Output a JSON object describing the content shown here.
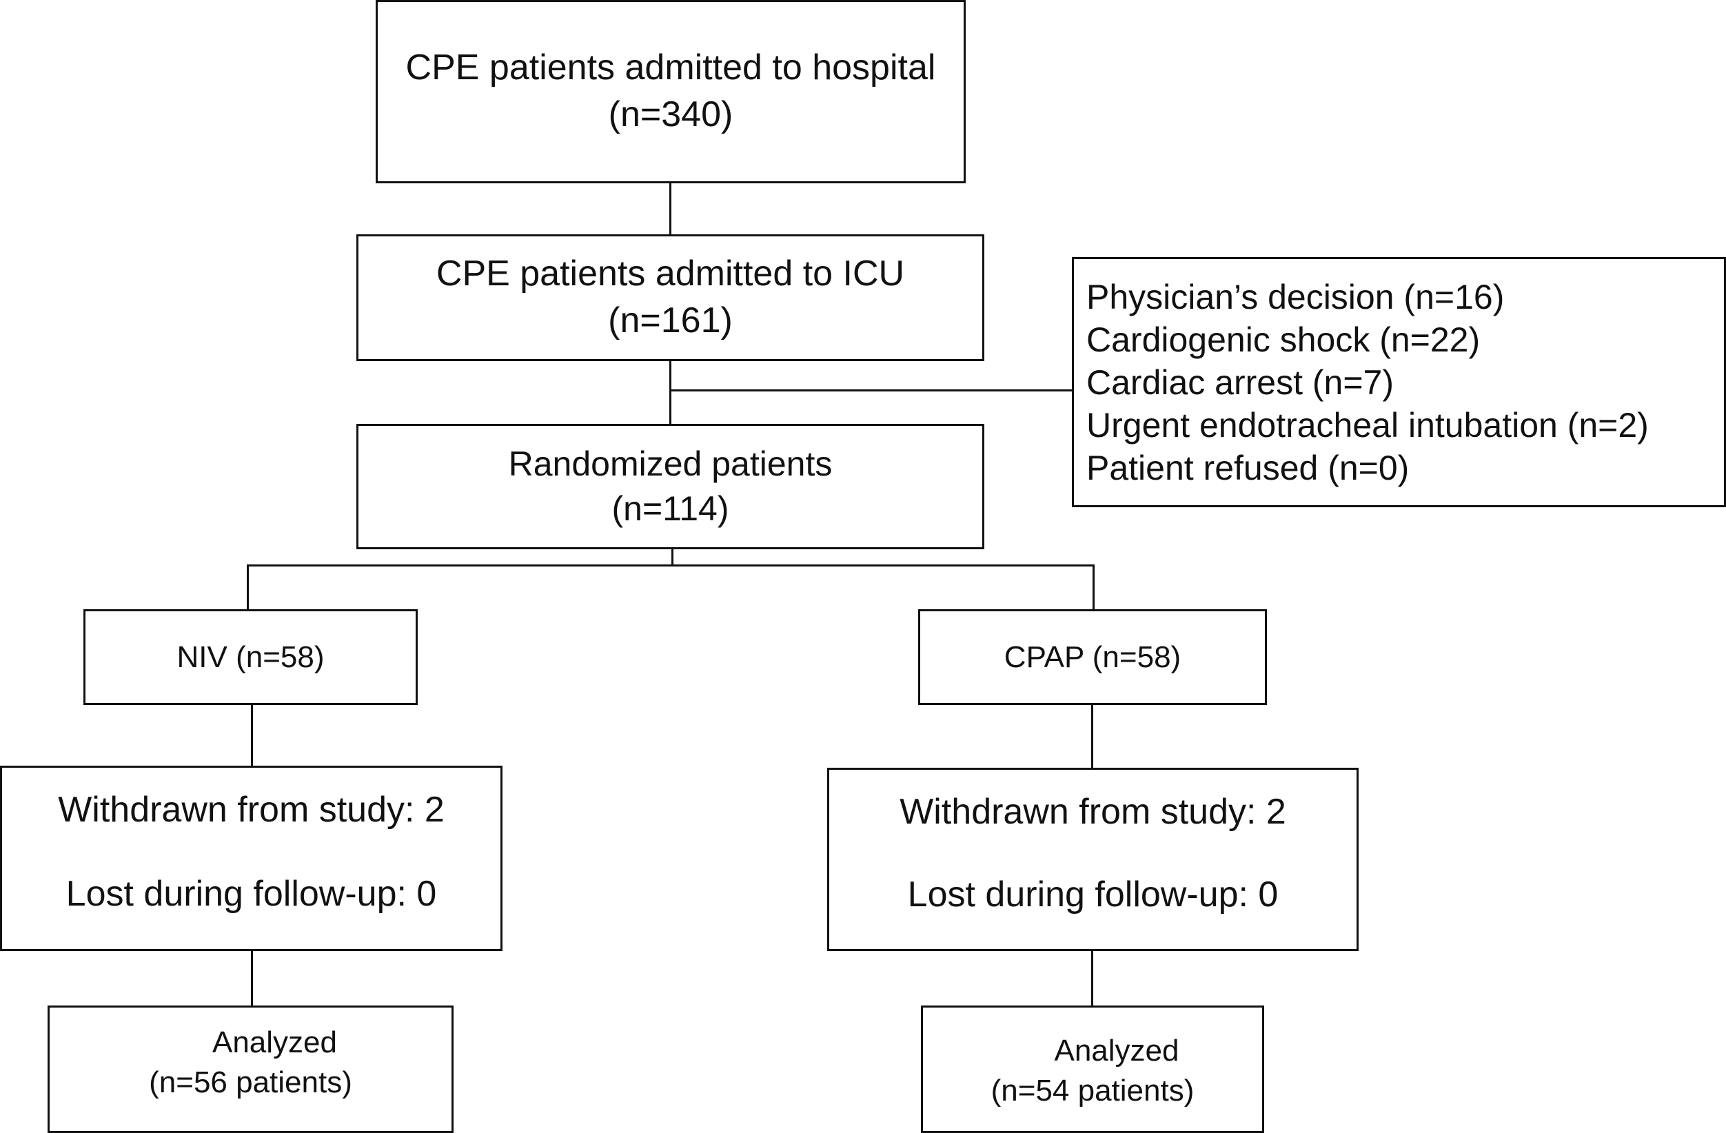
{
  "boxes": {
    "hospital": {
      "title": "CPE patients admitted to hospital",
      "count": "(n=340)"
    },
    "icu": {
      "title": "CPE patients admitted to ICU",
      "count": "(n=161)"
    },
    "randomized": {
      "title": "Randomized patients",
      "count": "(n=114)"
    },
    "niv": {
      "label": "NIV (n=58)"
    },
    "cpap": {
      "label": "CPAP (n=58)"
    },
    "niv_withdrawn": {
      "withdrawn": "Withdrawn from study: 2",
      "lost": "Lost during follow-up: 0"
    },
    "cpap_withdrawn": {
      "withdrawn": "Withdrawn from study: 2",
      "lost": "Lost during follow-up: 0"
    },
    "niv_analyzed": {
      "title": "Analyzed",
      "count": "(n=56 patients)"
    },
    "cpap_analyzed": {
      "title": "Analyzed",
      "count": "(n=54 patients)"
    }
  },
  "exclusions": [
    "Physician’s decision (n=16)",
    "Cardiogenic shock (n=22)",
    "Cardiac arrest (n=7)",
    "Urgent endotracheal intubation (n=2)",
    "Patient refused (n=0)"
  ]
}
